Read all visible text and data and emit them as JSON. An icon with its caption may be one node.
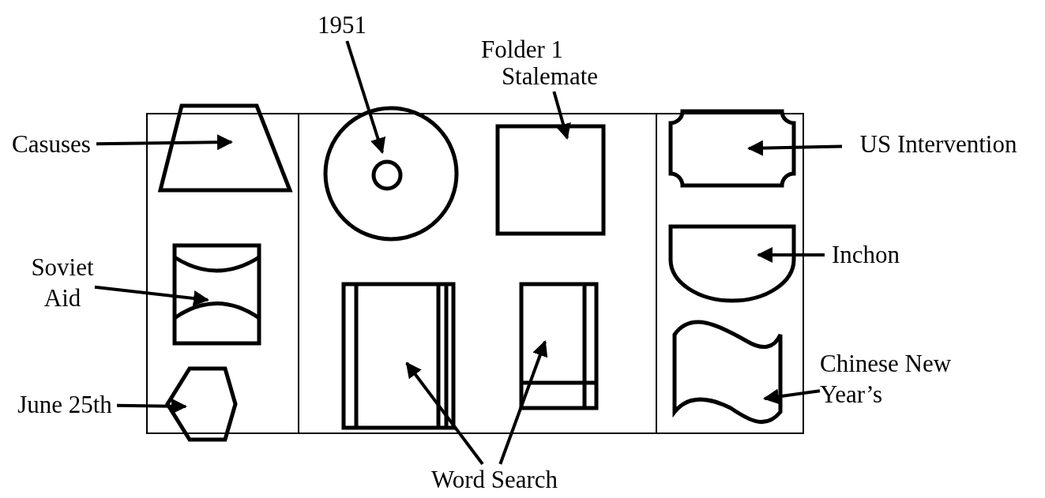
{
  "diagram": {
    "title": "Folder 1",
    "nodes": [
      {
        "text": [],
        "shape": "box"
      },
      {
        "text": [],
        "shape": "box",
        "in": 0
      },
      {
        "text": [],
        "shape": "box",
        "in": 0
      },
      {
        "text": [],
        "shape": "box",
        "in": 0
      },
      {
        "text": [
          "Casuses"
        ]
      },
      {
        "text": [
          "Soviet Aid"
        ]
      },
      {
        "text": [
          "June 25th"
        ]
      },
      {
        "text": [
          "1951"
        ]
      },
      {
        "text": [
          "Stalemate"
        ]
      },
      {
        "text": [
          "US Intervention"
        ]
      },
      {
        "text": [
          "Inchon"
        ]
      },
      {
        "text": [
          "Chinese New Year’s"
        ]
      },
      {
        "text": [
          "Word Search"
        ]
      },
      {
        "text": [],
        "shape": "trapezoid",
        "in": 1
      },
      {
        "text": [],
        "shape": "drum",
        "in": 1
      },
      {
        "text": [],
        "shape": "hexagon",
        "in": 1
      },
      {
        "text": [],
        "shape": "circle",
        "in": 2
      },
      {
        "text": [],
        "shape": "circle",
        "in": 16
      },
      {
        "text": [],
        "shape": "box",
        "in": 2
      },
      {
        "text": [],
        "shape": "frame",
        "in": 2
      },
      {
        "text": [],
        "shape": "grid",
        "in": 2
      },
      {
        "text": [],
        "shape": "plaque",
        "in": 3
      },
      {
        "text": [],
        "shape": "delay",
        "in": 3
      },
      {
        "text": [],
        "shape": "wave",
        "in": 3
      }
    ],
    "edges": [
      {
        "from": 4,
        "to": 13,
        "arrow": "to"
      },
      {
        "from": 5,
        "to": 14,
        "arrow": "to"
      },
      {
        "from": 6,
        "to": 15,
        "arrow": "to"
      },
      {
        "from": 7,
        "to": 17,
        "arrow": "to"
      },
      {
        "from": 8,
        "to": 18,
        "arrow": "to"
      },
      {
        "from": 9,
        "to": 21,
        "arrow": "to"
      },
      {
        "from": 10,
        "to": 22,
        "arrow": "to"
      },
      {
        "from": 11,
        "to": 23,
        "arrow": "to"
      },
      {
        "from": 12,
        "to": 19,
        "arrow": "to"
      },
      {
        "from": 12,
        "to": 20,
        "arrow": "to"
      }
    ]
  }
}
